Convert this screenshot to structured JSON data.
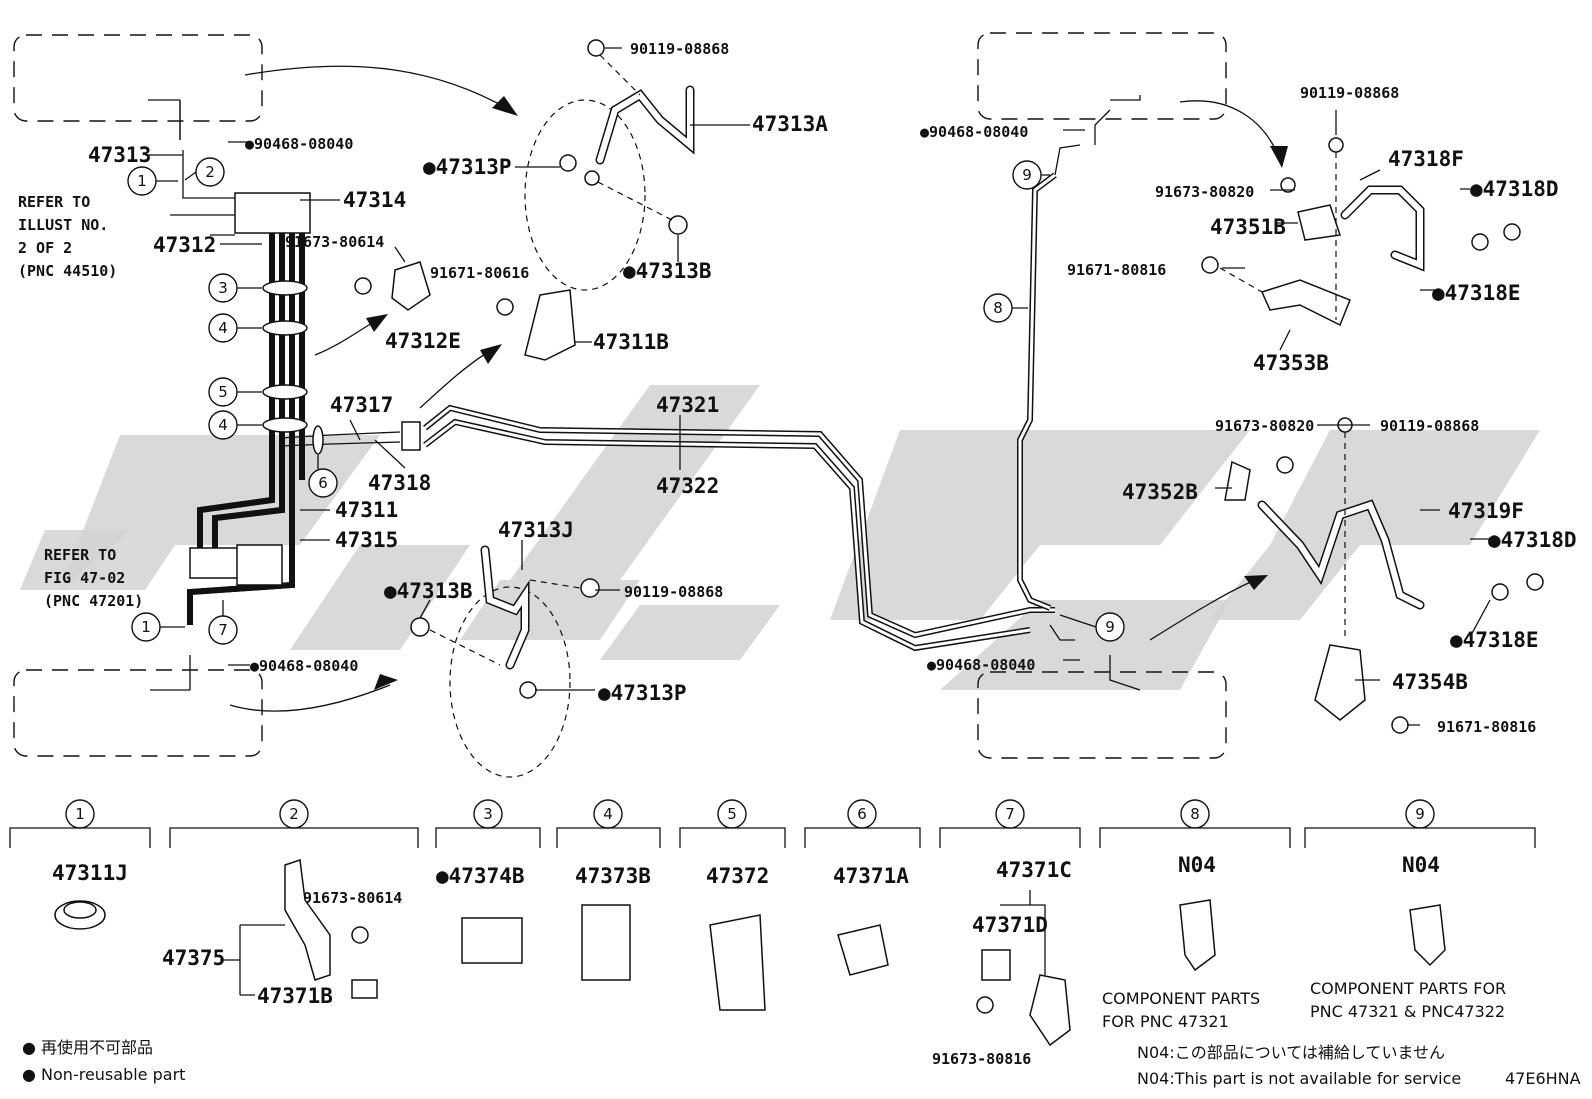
{
  "labels": {
    "p90119_a": "90119-08868",
    "p47313A": "47313A",
    "p47313P_top": "●47313P",
    "p47313B_top": "●47313B",
    "p90468_tl": "●90468-08040",
    "p47313": "47313",
    "p47314": "47314",
    "p47312": "47312",
    "p91673_80614": "91673-80614",
    "p91671_80616": "91671-80616",
    "p47311B": "47311B",
    "p47312E": "47312E",
    "p47317": "47317",
    "p47318": "47318",
    "p47311": "47311",
    "p47315": "47315",
    "p47321": "47321",
    "p47322": "47322",
    "p47313J": "47313J",
    "p47313B_bot": "●47313B",
    "p90119_b": "90119-08868",
    "p90468_bl": "●90468-08040",
    "p47313P_bot": "●47313P",
    "p90468_tr": "●90468-08040",
    "p90119_c": "90119-08868",
    "p47318F": "47318F",
    "p91673_80820_a": "91673-80820",
    "p47351B": "47351B",
    "p47318D_a": "●47318D",
    "p91671_80816_a": "91671-80816",
    "p47318E_a": "●47318E",
    "p47353B": "47353B",
    "p91673_80820_b": "91673-80820",
    "p90119_d": "90119-08868",
    "p47352B": "47352B",
    "p47319F": "47319F",
    "p47318D_b": "●47318D",
    "p47318E_b": "●47318E",
    "p90468_br": "●90468-08040",
    "p47354B": "47354B",
    "p91671_80816_b": "91671-80816"
  },
  "refer1": [
    "REFER TO",
    "ILLUST NO.",
    "2 OF 2",
    "(PNC 44510)"
  ],
  "refer2": [
    "REFER TO",
    "FIG 47-02",
    "(PNC 47201)"
  ],
  "callouts": {
    "c1a": "1",
    "c2a": "2",
    "c3a": "3",
    "c4a": "4",
    "c5a": "5",
    "c4b": "4",
    "c6a": "6",
    "c1b": "1",
    "c7a": "7",
    "c9a": "9",
    "c8a": "8",
    "c9b": "9"
  },
  "legend_row": [
    {
      "num": "1",
      "parts": [
        "47311J"
      ]
    },
    {
      "num": "2",
      "parts": [
        "91673-80614",
        "47375",
        "47371B"
      ]
    },
    {
      "num": "3",
      "parts": [
        "●47374B"
      ]
    },
    {
      "num": "4",
      "parts": [
        "47373B"
      ]
    },
    {
      "num": "5",
      "parts": [
        "47372"
      ]
    },
    {
      "num": "6",
      "parts": [
        "47371A"
      ]
    },
    {
      "num": "7",
      "parts": [
        "47371C",
        "47371D",
        "91673-80816"
      ]
    },
    {
      "num": "8",
      "parts": [
        "N04"
      ],
      "note": [
        "COMPONENT PARTS",
        "FOR  PNC 47321"
      ]
    },
    {
      "num": "9",
      "parts": [
        "N04"
      ],
      "note": [
        "COMPONENT PARTS FOR",
        "PNC 47321 & PNC47322"
      ]
    }
  ],
  "footnotes": {
    "nonreuse_jp": "● 再使用不可部品",
    "nonreuse_en": "● Non-reusable part",
    "n04_jp": "N04:この部品については補給していません",
    "n04_en": "N04:This part is not available for service",
    "code": "47E6HNA"
  }
}
